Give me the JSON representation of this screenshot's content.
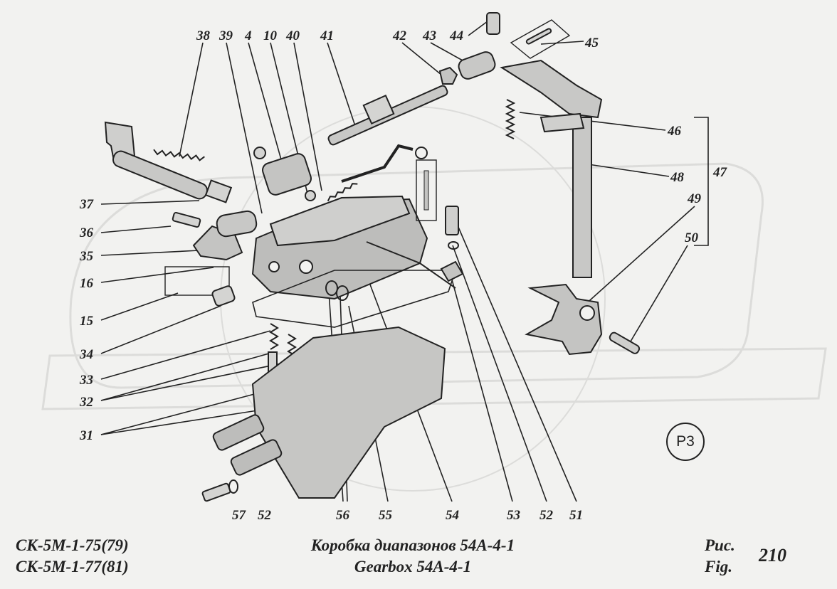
{
  "callouts": {
    "c38": "38",
    "c39": "39",
    "c4": "4",
    "c10": "10",
    "c40": "40",
    "c41": "41",
    "c42": "42",
    "c43": "43",
    "c44": "44",
    "c45": "45",
    "c46": "46",
    "c48": "48",
    "c47": "47",
    "c49": "49",
    "c50": "50",
    "c37": "37",
    "c36": "36",
    "c35": "35",
    "c16": "16",
    "c15": "15",
    "c34": "34",
    "c33": "33",
    "c32": "32",
    "c31": "31",
    "c57": "57",
    "c52a": "52",
    "c56": "56",
    "c55": "55",
    "c54": "54",
    "c53": "53",
    "c52b": "52",
    "c51": "51"
  },
  "badge": "P3",
  "caption": {
    "model_line_1": "СК-5М-1-75(79)",
    "model_line_2": "СК-5М-1-77(81)",
    "title_ru": "Коробка диапазонов 54А-4-1",
    "title_en": "Gearbox 54A-4-1",
    "fig_ru": "Рис.",
    "fig_en": "Fig.",
    "fig_number": "210"
  },
  "colors": {
    "ink": "#222222",
    "paper": "#f2f2f0",
    "watermark": "#e2e2e0"
  }
}
